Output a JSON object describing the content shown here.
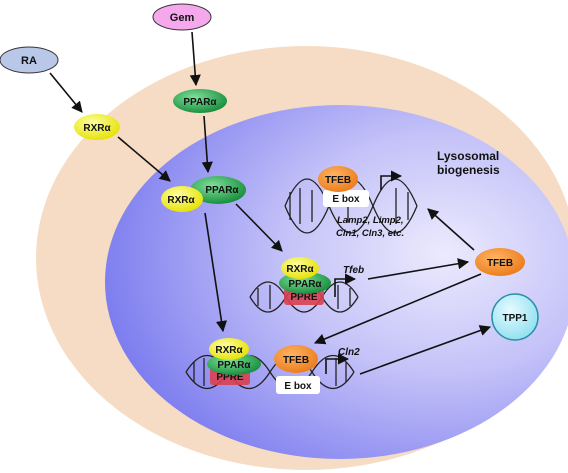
{
  "labels": {
    "gem": "Gem",
    "ra": "RA",
    "ppara_top": "PPARα",
    "rxra_top": "RXRα",
    "rxra_mid": "RXRα",
    "ppara_mid": "PPARα",
    "tfeb_nuc": "TFEB",
    "ebox_top": "E box",
    "lysosomal_line1": "Lysosomal",
    "lysosomal_line2": "biogenesis",
    "genes_line1": "Lamp2, Limp2,",
    "genes_line2": "Cln1, Cln3, etc.",
    "rxra_tfeb_complex": "RXRα",
    "ppara_tfeb_complex": "PPARα",
    "ppre_tfeb_complex": "PPRE",
    "tfeb_gene": "Tfeb",
    "tfeb_cyto": "TFEB",
    "tpp1": "TPP1",
    "rxra_cln2_complex": "RXRα",
    "ppara_cln2_complex": "PPARα",
    "ppre_cln2_complex": "PPRE",
    "tfeb_cln2": "TFEB",
    "ebox_bottom": "E box",
    "cln2_gene": "Cln2"
  },
  "colors": {
    "cell": "#f6dcc4",
    "nucleus_dark": "#7f7ff0",
    "nucleus_light": "#e4e2fc",
    "ppar": "#1fa84a",
    "rxr": "#f2f21a",
    "tfeb": "#f08a28",
    "gem": "#f5a8ec",
    "ra": "#b9c8e8",
    "tpp1": "#a9ecf5",
    "ppre": "#d9404f"
  }
}
